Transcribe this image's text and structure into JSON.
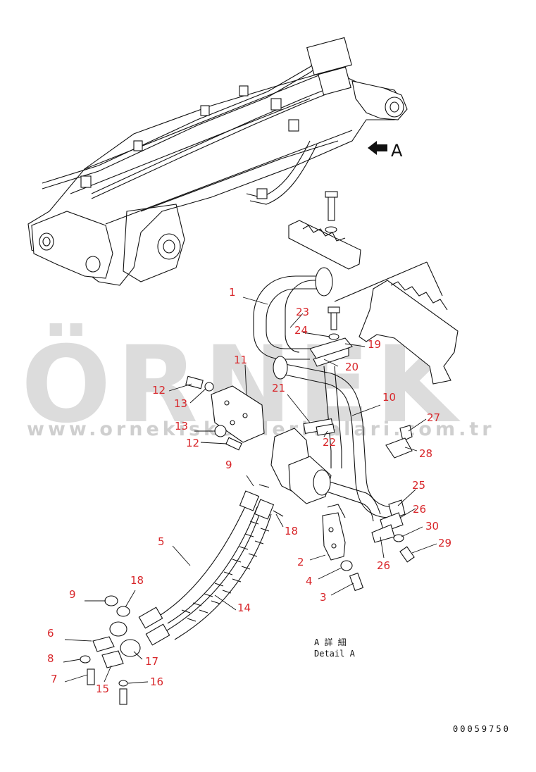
{
  "watermark": {
    "brand": "ÖRNEK",
    "url": "www.ornekiskelelerivalari.com.tr",
    "accent": "#f3d37a",
    "color": "#dcdcdc"
  },
  "view_marker": "A",
  "detail_caption": {
    "jp": "A 詳 細",
    "en": "Detail A"
  },
  "drawing_number": "00059750",
  "callouts": [
    {
      "id": "c1",
      "label": "1"
    },
    {
      "id": "c2",
      "label": "2"
    },
    {
      "id": "c3",
      "label": "3"
    },
    {
      "id": "c4",
      "label": "4"
    },
    {
      "id": "c5",
      "label": "5"
    },
    {
      "id": "c6",
      "label": "6"
    },
    {
      "id": "c7",
      "label": "7"
    },
    {
      "id": "c8",
      "label": "8"
    },
    {
      "id": "c9a",
      "label": "9"
    },
    {
      "id": "c9b",
      "label": "9"
    },
    {
      "id": "c10",
      "label": "10"
    },
    {
      "id": "c11",
      "label": "11"
    },
    {
      "id": "c12a",
      "label": "12"
    },
    {
      "id": "c12b",
      "label": "12"
    },
    {
      "id": "c13a",
      "label": "13"
    },
    {
      "id": "c13b",
      "label": "13"
    },
    {
      "id": "c14",
      "label": "14"
    },
    {
      "id": "c15",
      "label": "15"
    },
    {
      "id": "c16",
      "label": "16"
    },
    {
      "id": "c17",
      "label": "17"
    },
    {
      "id": "c18a",
      "label": "18"
    },
    {
      "id": "c18b",
      "label": "18"
    },
    {
      "id": "c19",
      "label": "19"
    },
    {
      "id": "c20",
      "label": "20"
    },
    {
      "id": "c21",
      "label": "21"
    },
    {
      "id": "c22",
      "label": "22"
    },
    {
      "id": "c23",
      "label": "23"
    },
    {
      "id": "c24",
      "label": "24"
    },
    {
      "id": "c25",
      "label": "25"
    },
    {
      "id": "c26a",
      "label": "26"
    },
    {
      "id": "c26b",
      "label": "26"
    },
    {
      "id": "c27",
      "label": "27"
    },
    {
      "id": "c28",
      "label": "28"
    },
    {
      "id": "c29",
      "label": "29"
    },
    {
      "id": "c30",
      "label": "30"
    }
  ]
}
